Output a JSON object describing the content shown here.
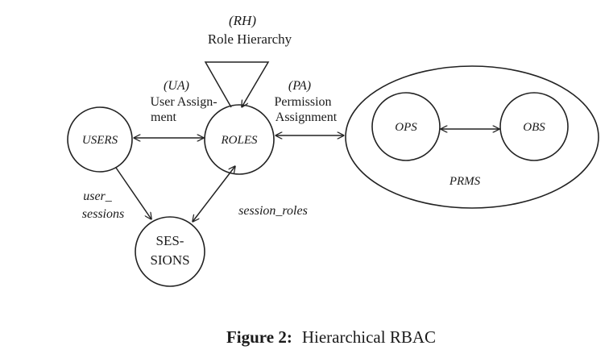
{
  "nodes": {
    "users": "USERS",
    "roles": "ROLES",
    "sessions_line1": "SES-",
    "sessions_line2": "SIONS",
    "ops": "OPS",
    "obs": "OBS",
    "prms": "PRMS"
  },
  "labels": {
    "rh_abbrev": "(RH)",
    "rh_name": "Role Hierarchy",
    "ua_abbrev": "(UA)",
    "ua_line1": "User Assign-",
    "ua_line2": "ment",
    "pa_abbrev": "(PA)",
    "pa_line1": "Permission",
    "pa_line2": "Assignment",
    "user_sessions_line1": "user_",
    "user_sessions_line2": "sessions",
    "session_roles": "session_roles"
  },
  "caption": {
    "figure": "Figure 2:",
    "title": "Hierarchical RBAC"
  }
}
